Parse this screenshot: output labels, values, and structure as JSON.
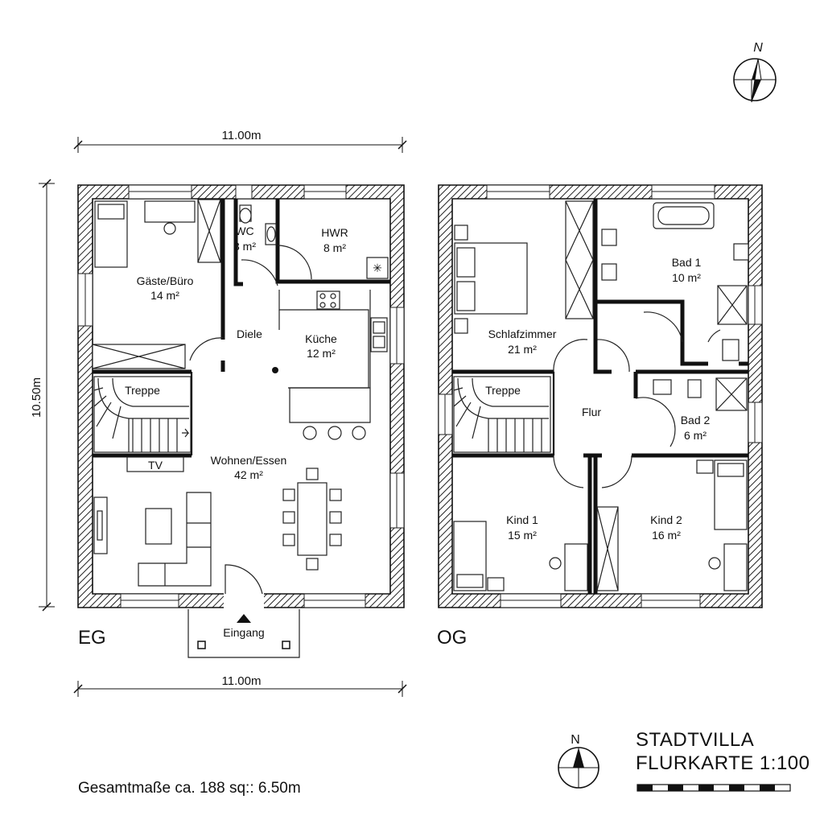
{
  "dimensions": {
    "top_width": "11.00m",
    "bottom_width": "11.00m",
    "height": "10.50m"
  },
  "floors": {
    "eg": {
      "label": "EG",
      "rooms": {
        "gaeste": {
          "name": "Gäste/Büro",
          "area": "14 m²"
        },
        "wc": {
          "name": "WC",
          "area": "3 m²"
        },
        "hwr": {
          "name": "HWR",
          "area": "8 m²"
        },
        "diele": {
          "name": "Diele"
        },
        "kueche": {
          "name": "Küche",
          "area": "12 m²"
        },
        "treppe": {
          "name": "Treppe"
        },
        "wohnen": {
          "name": "Wohnen/Essen",
          "area": "42 m²"
        }
      },
      "tv_label": "TV",
      "entrance_label": "Eingang"
    },
    "og": {
      "label": "OG",
      "rooms": {
        "schlaf": {
          "name": "Schlafzimmer",
          "area": "21 m²"
        },
        "bad1": {
          "name": "Bad 1",
          "area": "10 m²"
        },
        "treppe": {
          "name": "Treppe"
        },
        "flur": {
          "name": "Flur"
        },
        "bad2": {
          "name": "Bad 2",
          "area": "6 m²"
        },
        "kind1": {
          "name": "Kind 1",
          "area": "15 m²"
        },
        "kind2": {
          "name": "Kind 2",
          "area": "16 m²"
        }
      }
    }
  },
  "compass": {
    "top": "N",
    "bottom": "N"
  },
  "title": {
    "line1": "STADTVILLA",
    "line2": "FLURKARTE 1:100"
  },
  "footer": "Gesamtmaße ca. 188 sq:: 6.50m"
}
